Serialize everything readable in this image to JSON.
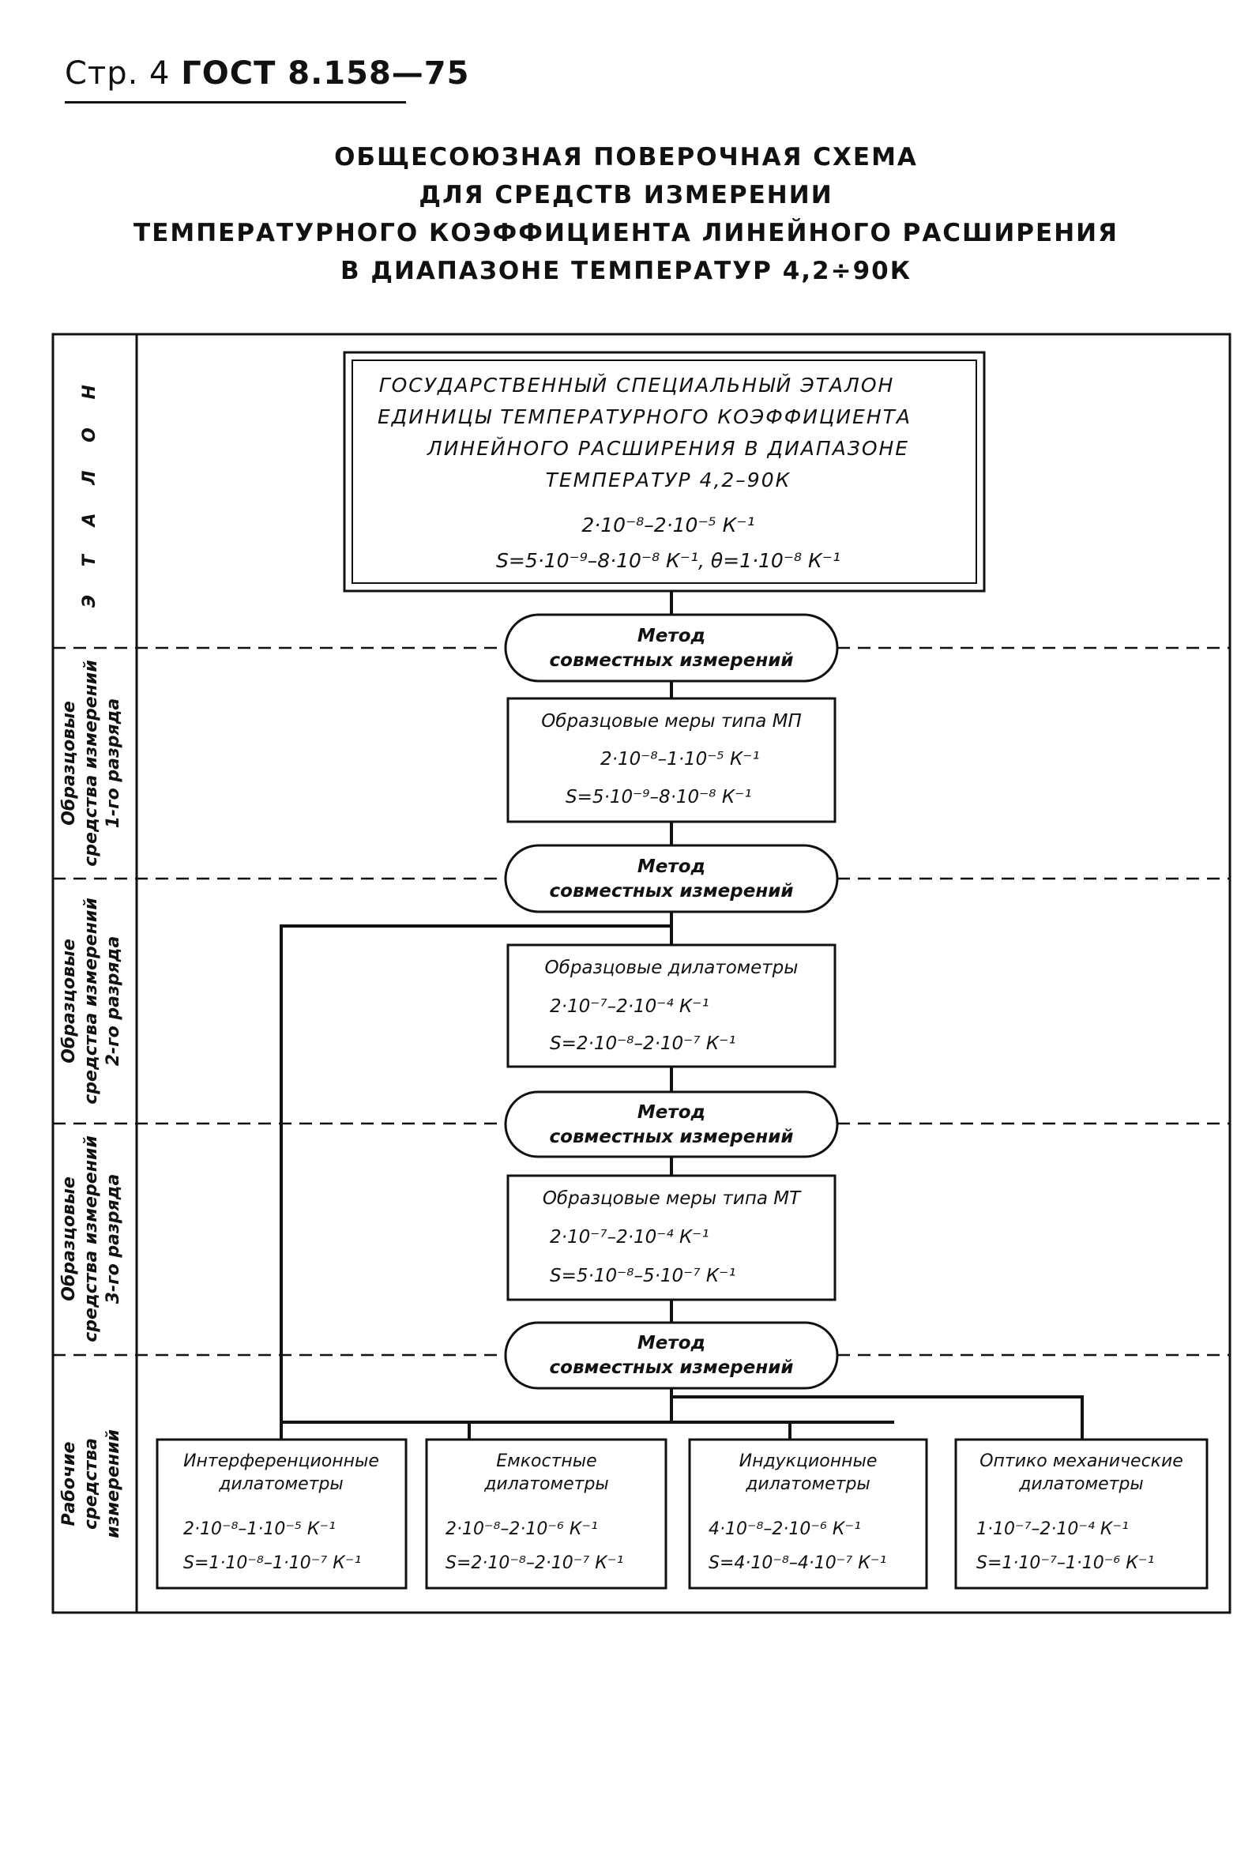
{
  "header": {
    "page_prefix": "Стр. 4",
    "standard": "ГОСТ 8.158—75"
  },
  "title_lines": [
    "ОБЩЕСОЮЗНАЯ ПОВЕРОЧНАЯ СХЕМА",
    "ДЛЯ СРЕДСТВ ИЗМЕРЕНИИ",
    "ТЕМПЕРАТУРНОГО КОЭФФИЦИЕНТА ЛИНЕЙНОГО РАСШИРЕНИЯ",
    "В ДИАПАЗОНЕ ТЕМПЕРАТУР 4,2÷90К"
  ],
  "rows": {
    "etalon": "Э Т А Л О Н",
    "grade1": [
      "Образцовые",
      "средства измерений",
      "1-го разряда"
    ],
    "grade2": [
      "Образцовые",
      "средства измерений",
      "2-го разряда"
    ],
    "grade3": [
      "Образцовые",
      "средства измерений",
      "3-го разряда"
    ],
    "working": [
      "Рабочие",
      "средства",
      "измерений"
    ]
  },
  "etalon_box": {
    "lines": [
      "ГОСУДАРСТВЕННЫЙ СПЕЦИАЛЬНЫЙ ЭТАЛОН",
      "ЕДИНИЦЫ ТЕМПЕРАТУРНОГО КОЭФФИЦИЕНТА",
      "ЛИНЕЙНОГО РАСШИРЕНИЯ В ДИАПАЗОНЕ",
      "ТЕМПЕРАТУР 4,2–90К"
    ],
    "range": "2·10⁻⁸–2·10⁻⁵ К⁻¹",
    "accuracy": "S=5·10⁻⁹–8·10⁻⁸ К⁻¹,  θ=1·10⁻⁸ К⁻¹"
  },
  "method": {
    "line1": "Метод",
    "line2": "совместных измерений"
  },
  "boxes": {
    "grade1": {
      "title": "Образцовые меры типа МП",
      "range": "2·10⁻⁸–1·10⁻⁵ К⁻¹",
      "accuracy": "S=5·10⁻⁹–8·10⁻⁸ К⁻¹"
    },
    "grade2": {
      "title": "Образцовые дилатометры",
      "range": "2·10⁻⁷–2·10⁻⁴ К⁻¹",
      "accuracy": "S=2·10⁻⁸–2·10⁻⁷ К⁻¹"
    },
    "grade3": {
      "title": "Образцовые меры типа МТ",
      "range": "2·10⁻⁷–2·10⁻⁴ К⁻¹",
      "accuracy": "S=5·10⁻⁸–5·10⁻⁷ К⁻¹"
    }
  },
  "working_boxes": [
    {
      "title1": "Интерференционные",
      "title2": "дилатометры",
      "range": "2·10⁻⁸–1·10⁻⁵ К⁻¹",
      "accuracy": "S=1·10⁻⁸–1·10⁻⁷ К⁻¹"
    },
    {
      "title1": "Емкостные",
      "title2": "дилатометры",
      "range": "2·10⁻⁸–2·10⁻⁶ К⁻¹",
      "accuracy": "S=2·10⁻⁸–2·10⁻⁷ К⁻¹"
    },
    {
      "title1": "Индукционные",
      "title2": "дилатометры",
      "range": "4·10⁻⁸–2·10⁻⁶ К⁻¹",
      "accuracy": "S=4·10⁻⁸–4·10⁻⁷ К⁻¹"
    },
    {
      "title1": "Оптико механические",
      "title2": "дилатометры",
      "range": "1·10⁻⁷–2·10⁻⁴ К⁻¹",
      "accuracy": "S=1·10⁻⁷–1·10⁻⁶ К⁻¹"
    }
  ]
}
